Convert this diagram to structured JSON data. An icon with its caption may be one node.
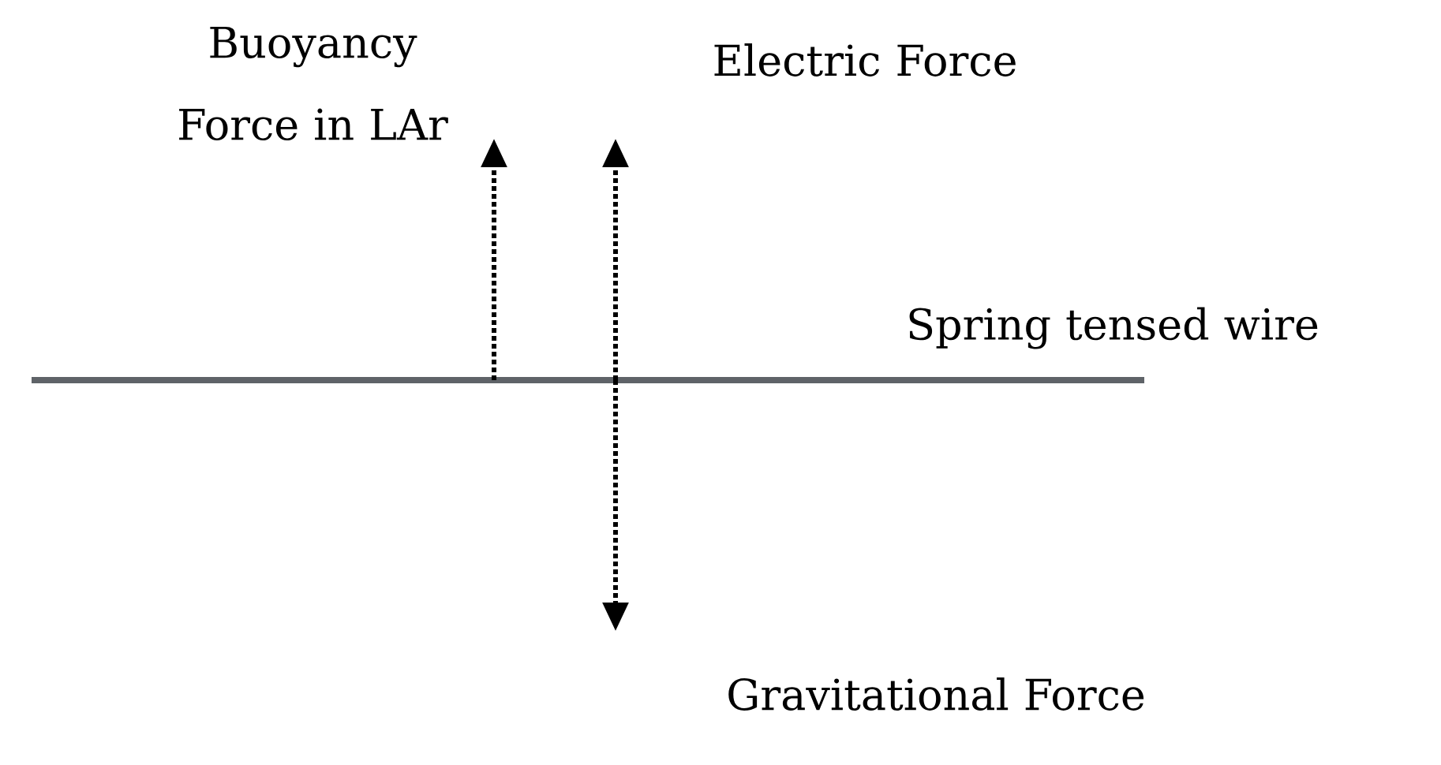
{
  "diagram": {
    "labels": [
      "Buoyancy Force in LAr",
      "Electric Force",
      "Spring tensed wire",
      "Gravitational Force"
    ]
  }
}
